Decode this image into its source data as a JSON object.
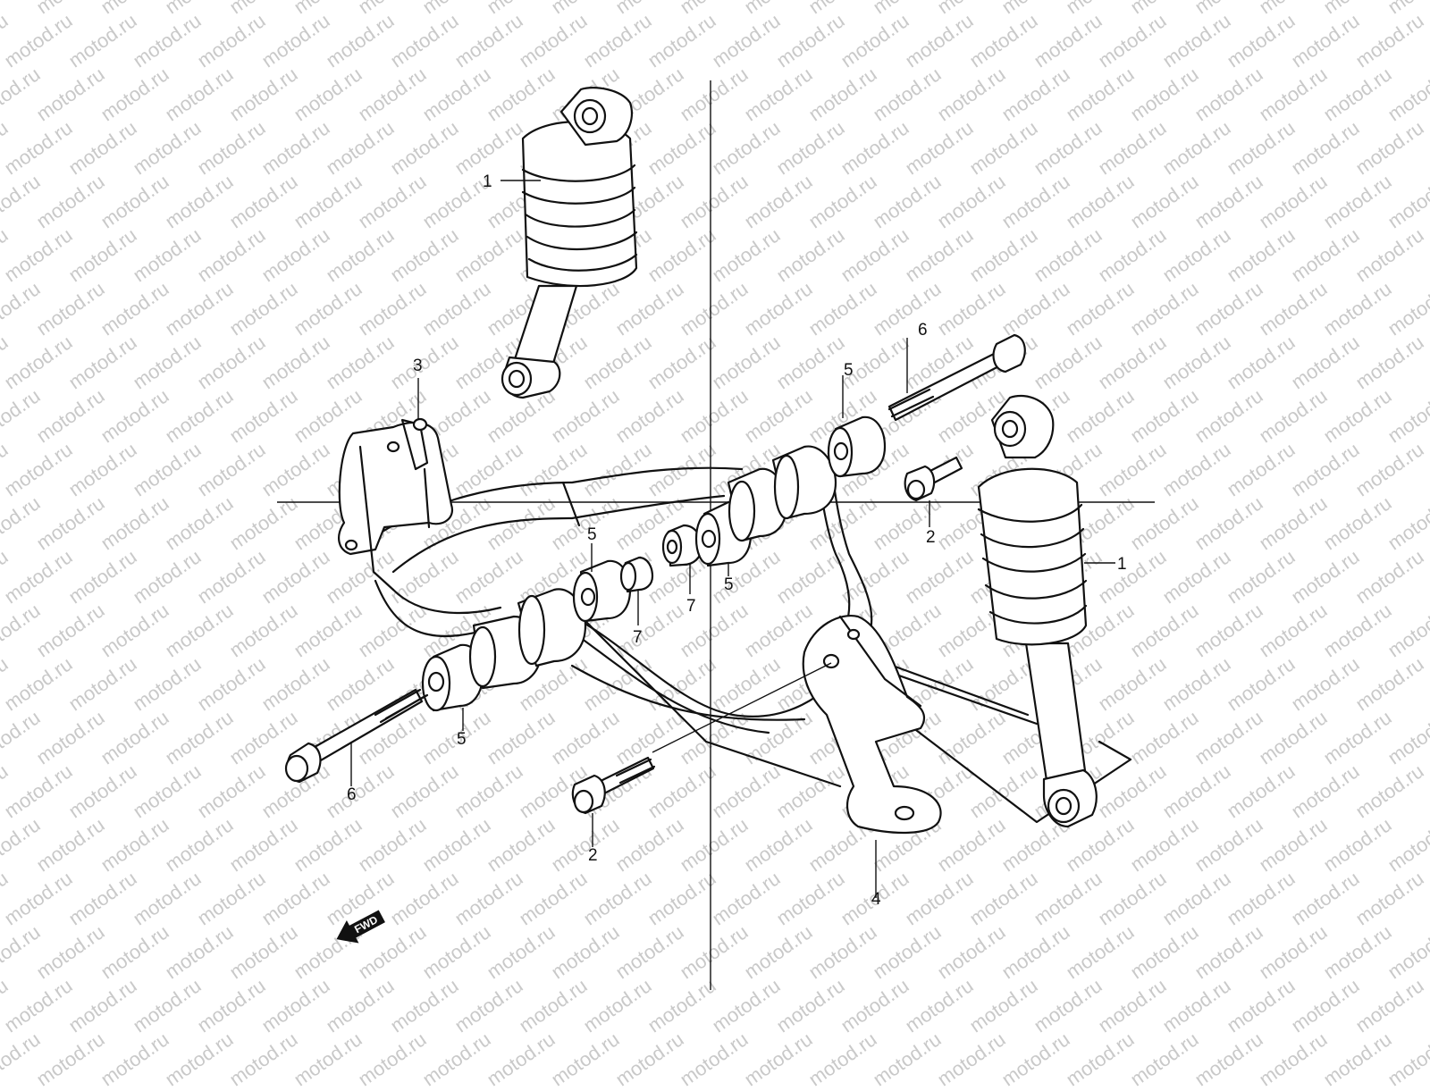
{
  "watermark": {
    "text": "motod.ru"
  },
  "callouts": {
    "shock_left": "1",
    "shock_right": "1",
    "bolt2_upper": "2",
    "bolt2_lower": "2",
    "bracket": "3",
    "lower_bracket": "4",
    "bush_top": "5",
    "bush_mid": "5",
    "bush_center": "5",
    "bush_low": "5",
    "bolt6_upper": "6",
    "bolt6_lower": "6",
    "collar_left": "7",
    "collar_right": "7"
  },
  "fwd": {
    "label": "FWD"
  }
}
